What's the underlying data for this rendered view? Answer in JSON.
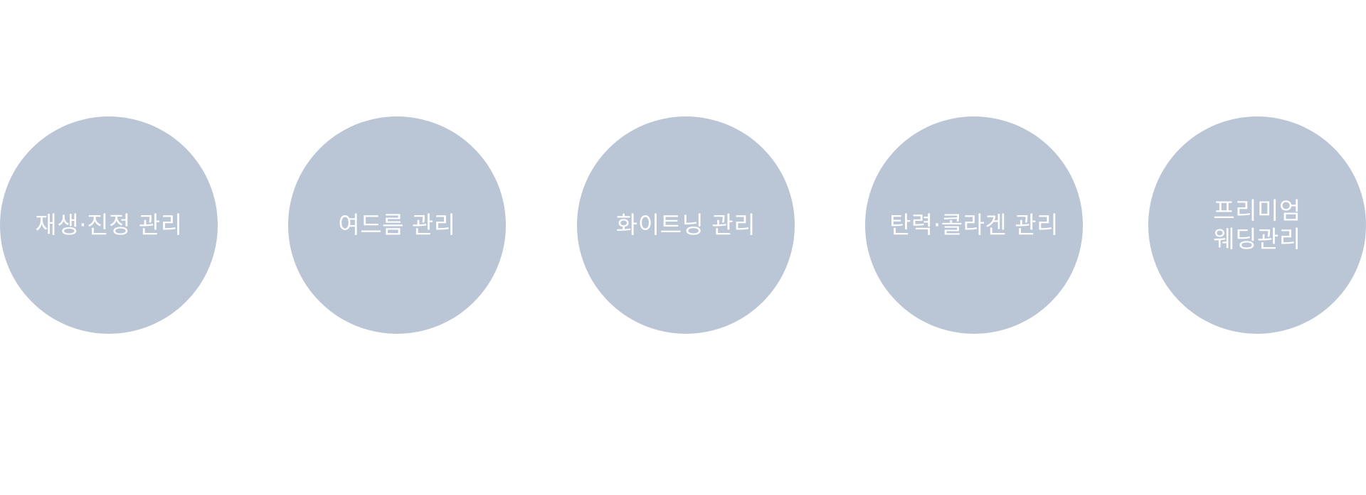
{
  "services": [
    {
      "label": "재생·진정 관리"
    },
    {
      "label": "여드름 관리"
    },
    {
      "label": "화이트닝 관리"
    },
    {
      "label": "탄력·콜라겐 관리"
    },
    {
      "label": "프리미엄\n웨딩관리"
    }
  ],
  "colors": {
    "circle_fill": "#BAC5D6",
    "text": "#FFFFFF",
    "background": "#FFFFFF"
  }
}
